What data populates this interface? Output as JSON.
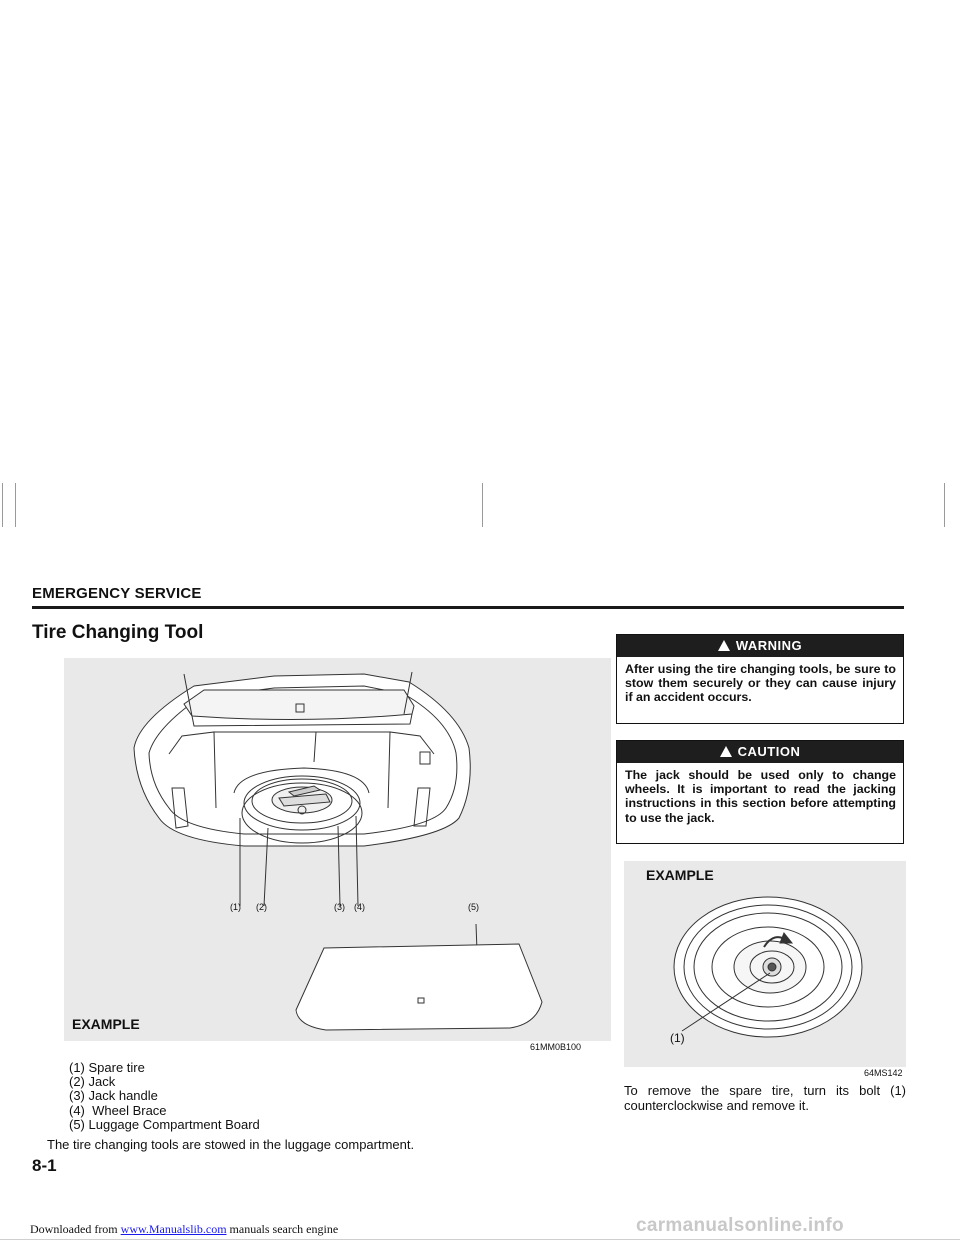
{
  "header": {
    "section": "EMERGENCY SERVICE"
  },
  "title": "Tire Changing Tool",
  "figure1": {
    "label": "EXAMPLE",
    "code": "61MM0B100",
    "callouts": [
      "(1)",
      "(2)",
      "(3)",
      "(4)",
      "(5)"
    ]
  },
  "legend": [
    "(1) Spare tire",
    "(2) Jack",
    "(3) Jack handle",
    "(4)  Wheel Brace",
    "(5) Luggage Compartment Board"
  ],
  "paragraph1": "The tire changing tools are stowed in the luggage compartment.",
  "warning": {
    "label": "WARNING",
    "text": "After using the tire changing tools, be sure to stow them securely or they can cause injury if an accident occurs."
  },
  "caution": {
    "label": "CAUTION",
    "text": "The jack should be used only to change wheels. It is important to read the jacking instructions in this section before attempting to use the jack."
  },
  "figure2": {
    "label": "EXAMPLE",
    "code": "64MS142",
    "callout": "(1)"
  },
  "paragraph2": "To remove the spare tire, turn its bolt (1) counterclockwise and remove it.",
  "page_number": "8-1",
  "footer": {
    "prefix": "Downloaded from ",
    "link": "www.Manualslib.com",
    "suffix": " manuals search engine"
  },
  "watermark": "carmanualsonline.info"
}
